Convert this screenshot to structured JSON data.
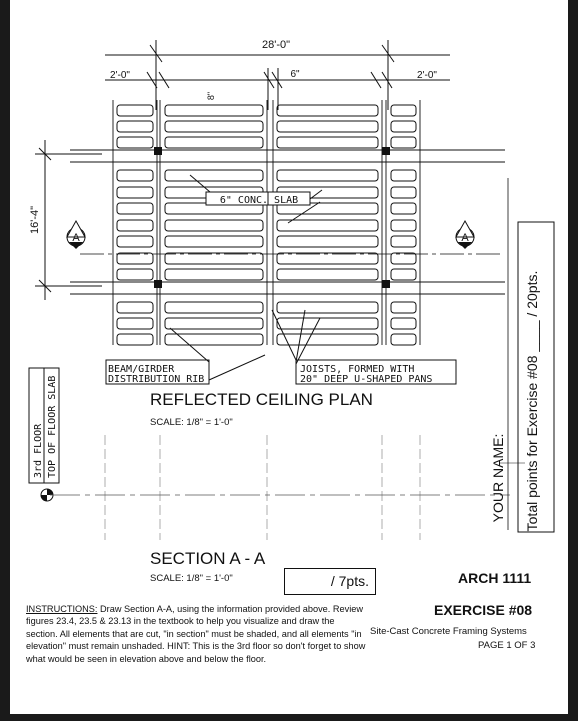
{
  "plan": {
    "dim_overall": "28'-0\"",
    "dim_left": "2'-0\"",
    "dim_right": "2'-0\"",
    "dim_rib": "6\"",
    "dim_slab": "8\"",
    "dim_bay": "16'-4\"",
    "section_marker": "A",
    "callout_slab": "6\" CONC. SLAB",
    "callout_beam_line1": "BEAM/GIRDER",
    "callout_beam_line2": "DISTRIBUTION RIB",
    "callout_joists_line1": "JOISTS, FORMED WITH",
    "callout_joists_line2": "20\" DEEP U-SHAPED PANS",
    "title": "REFLECTED CEILING PLAN",
    "scale": "SCALE: 1/8\" = 1'-0\""
  },
  "section": {
    "level_line1": "3rd FLOOR",
    "level_line2": "TOP OF FLOOR SLAB",
    "title": "SECTION A - A",
    "scale": "SCALE: 1/8\" = 1'-0\"",
    "points": "/ 7pts."
  },
  "sidebar": {
    "your_name": "YOUR NAME:",
    "total_points": "Total points for Exercise #08 ____ / 20pts."
  },
  "titleblock": {
    "course": "ARCH 1111",
    "exercise": "EXERCISE #08",
    "subtitle": "Site-Cast Concrete Framing Systems",
    "page": "PAGE 1 OF 3"
  },
  "instructions": {
    "label": "INSTRUCTIONS:",
    "body": " Draw Section A-A, using the information provided above. Review figures 23.4, 23.5 & 23.13 in the textbook to help you visualize and draw the section. All elements that are cut, \"in section\" must be shaded, and all elements \"in elevation\" must remain unshaded. HINT: This is the 3rd floor so don't forget to show what would be seen in elevation above and below the floor."
  }
}
